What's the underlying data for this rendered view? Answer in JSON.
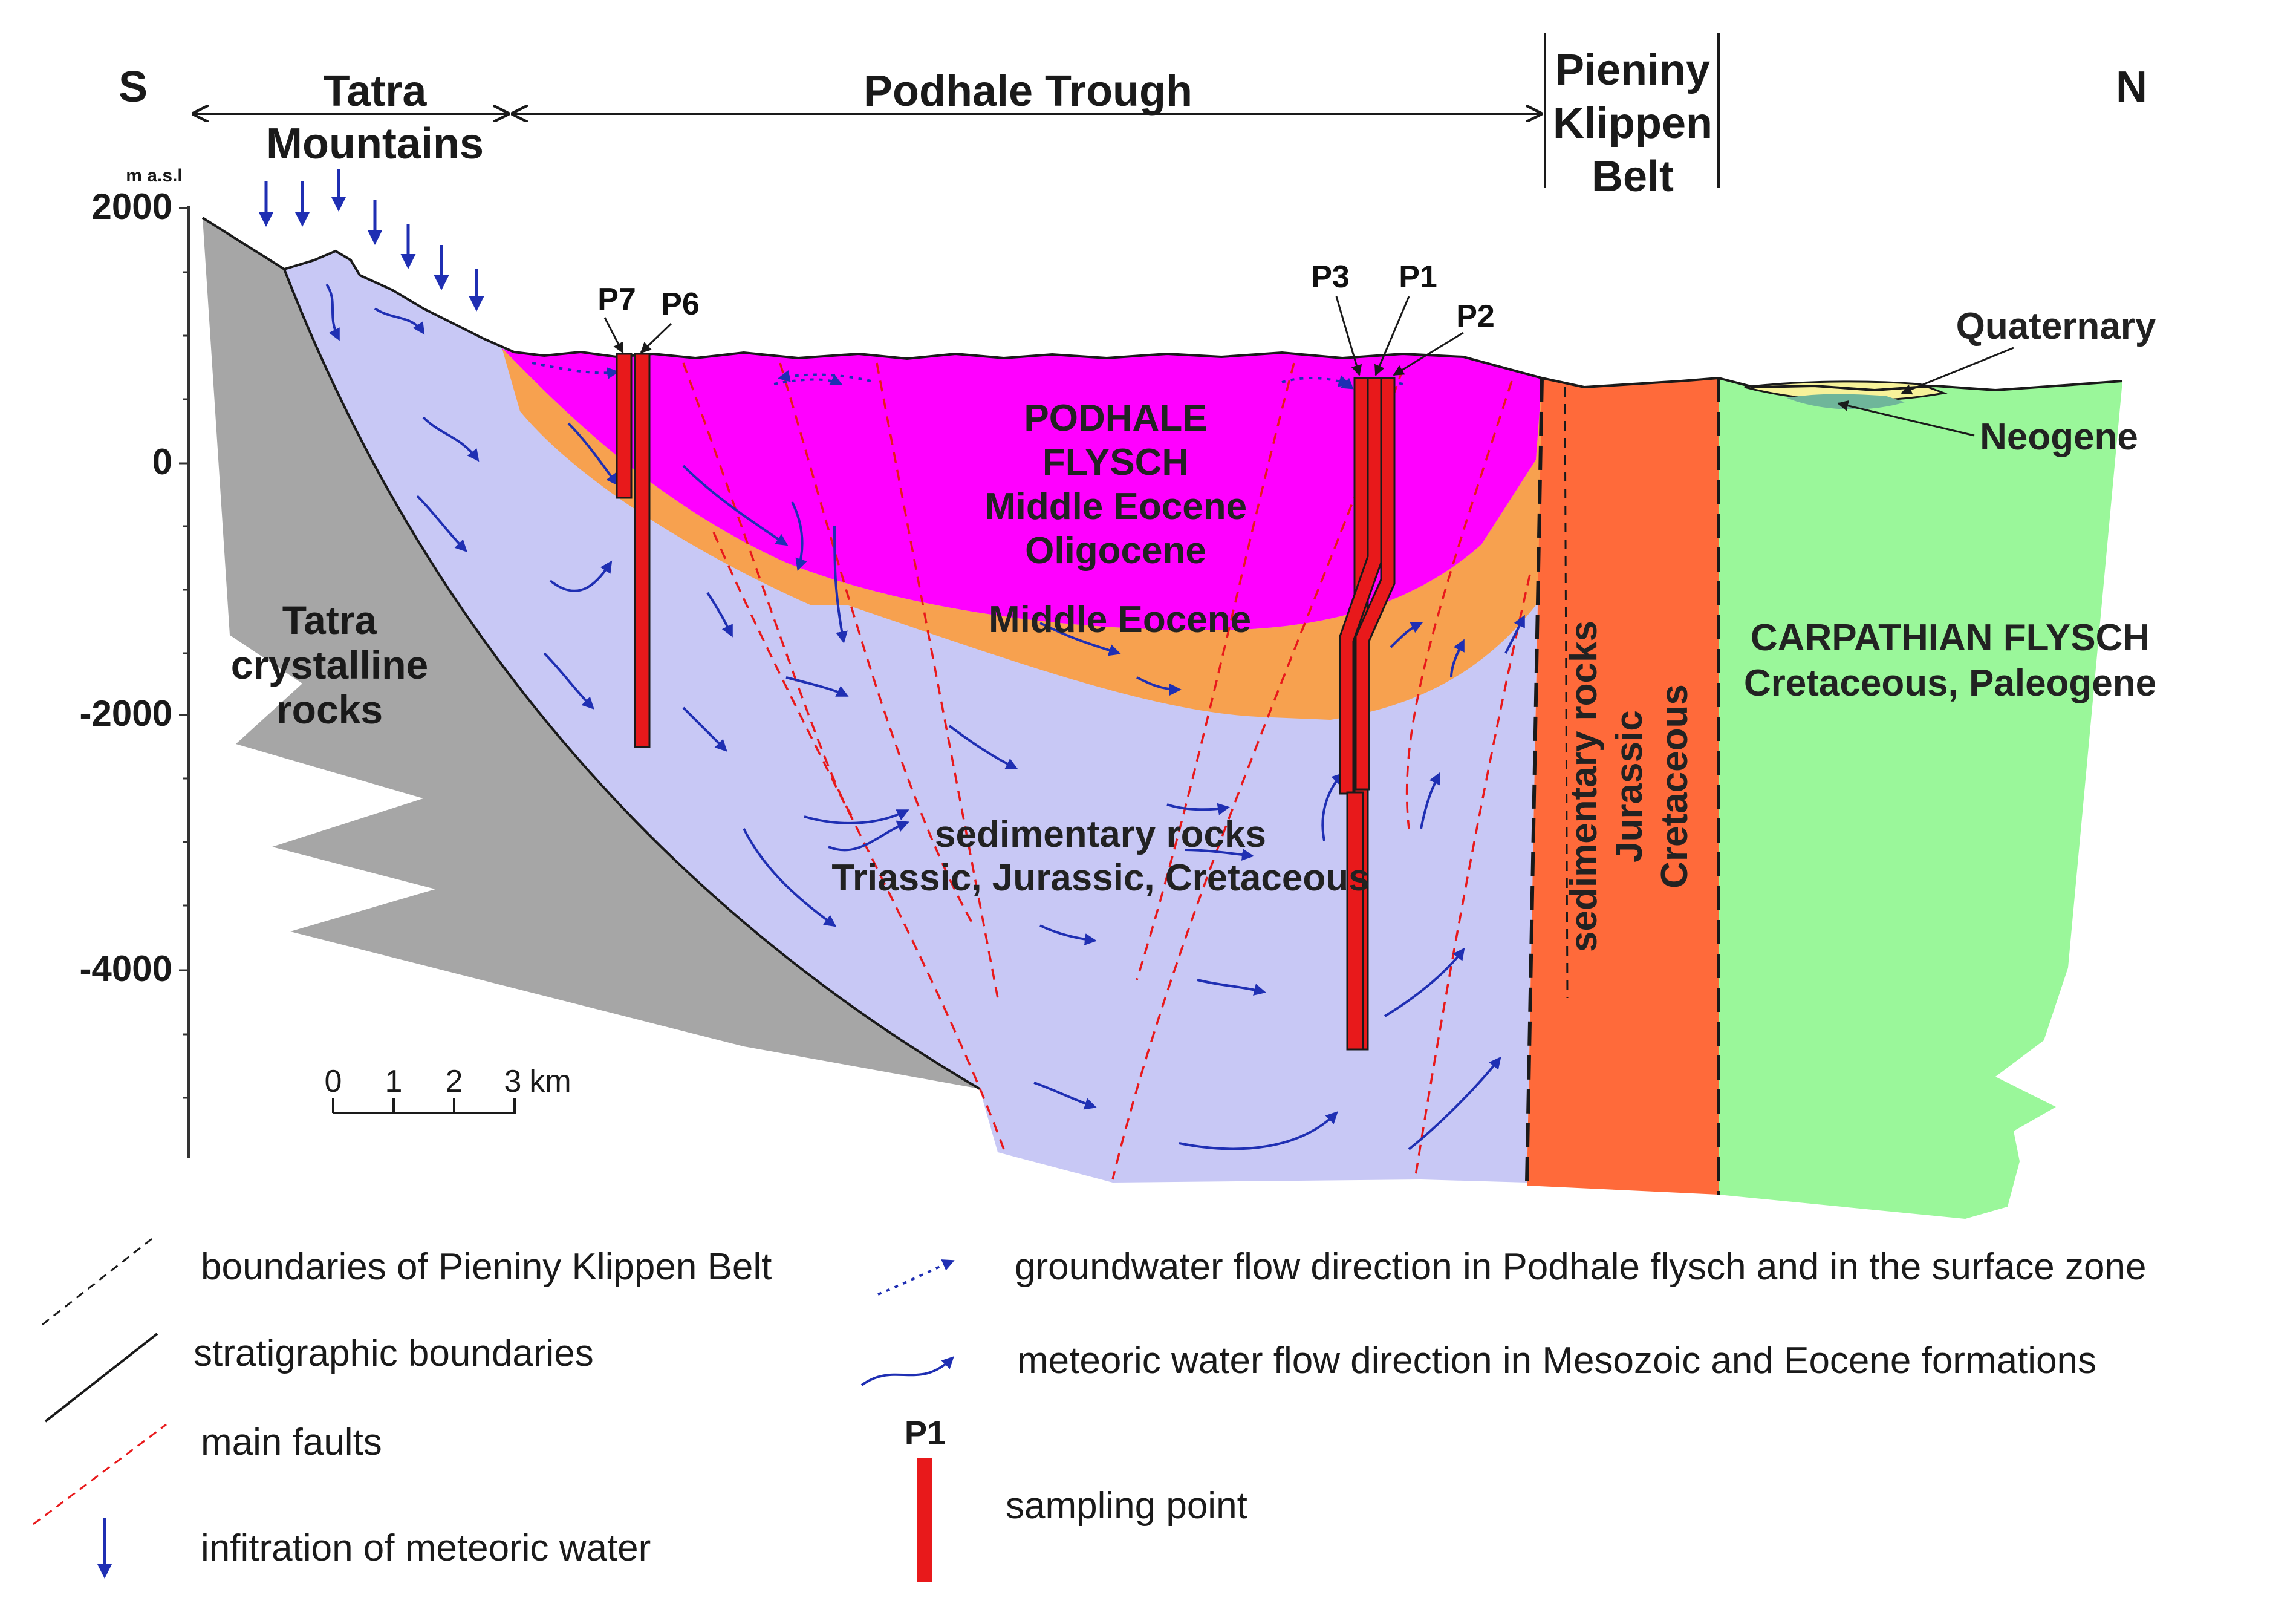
{
  "header": {
    "south": "S",
    "north": "N",
    "region_tatra_1": "Tatra",
    "region_tatra_2": "Mountains",
    "region_podhale": "Podhale Trough",
    "region_pieniny_1": "Pieniny",
    "region_pieniny_2": "Klippen",
    "region_pieniny_3": "Belt"
  },
  "axis": {
    "unit": "m a.s.l",
    "ticks": [
      "2000",
      "0",
      "-2000",
      "-4000"
    ]
  },
  "units": {
    "tatra_1": "Tatra",
    "tatra_2": "crystalline",
    "tatra_3": "rocks",
    "flysch_1": "PODHALE",
    "flysch_2": "FLYSCH",
    "flysch_3": "Middle Eocene",
    "flysch_4": "Oligocene",
    "eocene": "Middle Eocene",
    "sed_1": "sedimentary rocks",
    "sed_2": "Triassic, Jurassic, Cretaceous",
    "pkb_1": "sedimentary rocks",
    "pkb_2": "Jurassic",
    "pkb_3": "Cretaceous",
    "carp_1": "CARPATHIAN FLYSCH",
    "carp_2": "Cretaceous, Paleogene",
    "quaternary": "Quaternary",
    "neogene": "Neogene"
  },
  "wells": [
    "P7",
    "P6",
    "P3",
    "P1",
    "P2"
  ],
  "scale_bar": {
    "labels": [
      "0",
      "1",
      "2",
      "3"
    ],
    "unit": "km"
  },
  "legend": {
    "pkb_boundaries": "boundaries of Pieniny Klippen Belt",
    "stratigraphic": "stratigraphic boundaries",
    "faults": "main faults",
    "infiltration": "infitration of meteoric water",
    "groundwater": "groundwater flow direction in Podhale flysch and in the surface zone",
    "meteoric_flow": "meteoric water flow direction in Mesozoic and Eocene formations",
    "sampling_symbol": "P1",
    "sampling": "sampling point"
  },
  "colors": {
    "tatra_crystalline": "#a6a6a6",
    "sedimentary": "#c8c8f5",
    "podhale_flysch": "#ff00ff",
    "middle_eocene": "#f7a14f",
    "pieniny_belt": "#ff6a3a",
    "carpathian_flysch": "#9af79a",
    "quaternary": "#f7f29a",
    "neogene": "#6fb69a",
    "well": "#e8191b",
    "fault": "#e8191b",
    "flow": "#1f2fb3"
  }
}
